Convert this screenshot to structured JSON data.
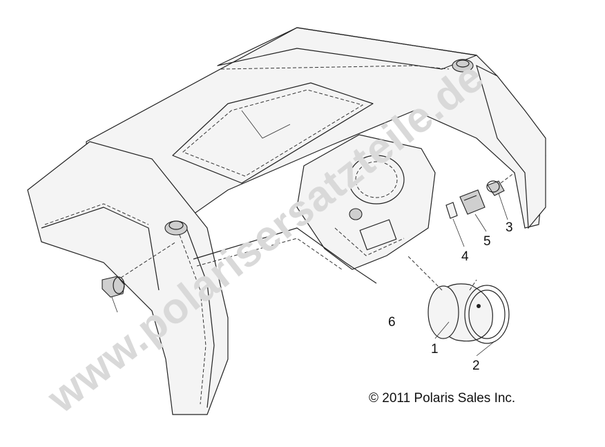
{
  "watermark": "www.polarisersatzteile.de",
  "copyright": "© 2011 Polaris Sales Inc.",
  "callouts": [
    {
      "id": "1",
      "label": "1"
    },
    {
      "id": "2",
      "label": "2"
    },
    {
      "id": "3",
      "label": "3"
    },
    {
      "id": "4",
      "label": "4"
    },
    {
      "id": "5",
      "label": "5"
    },
    {
      "id": "6",
      "label": "6"
    }
  ]
}
